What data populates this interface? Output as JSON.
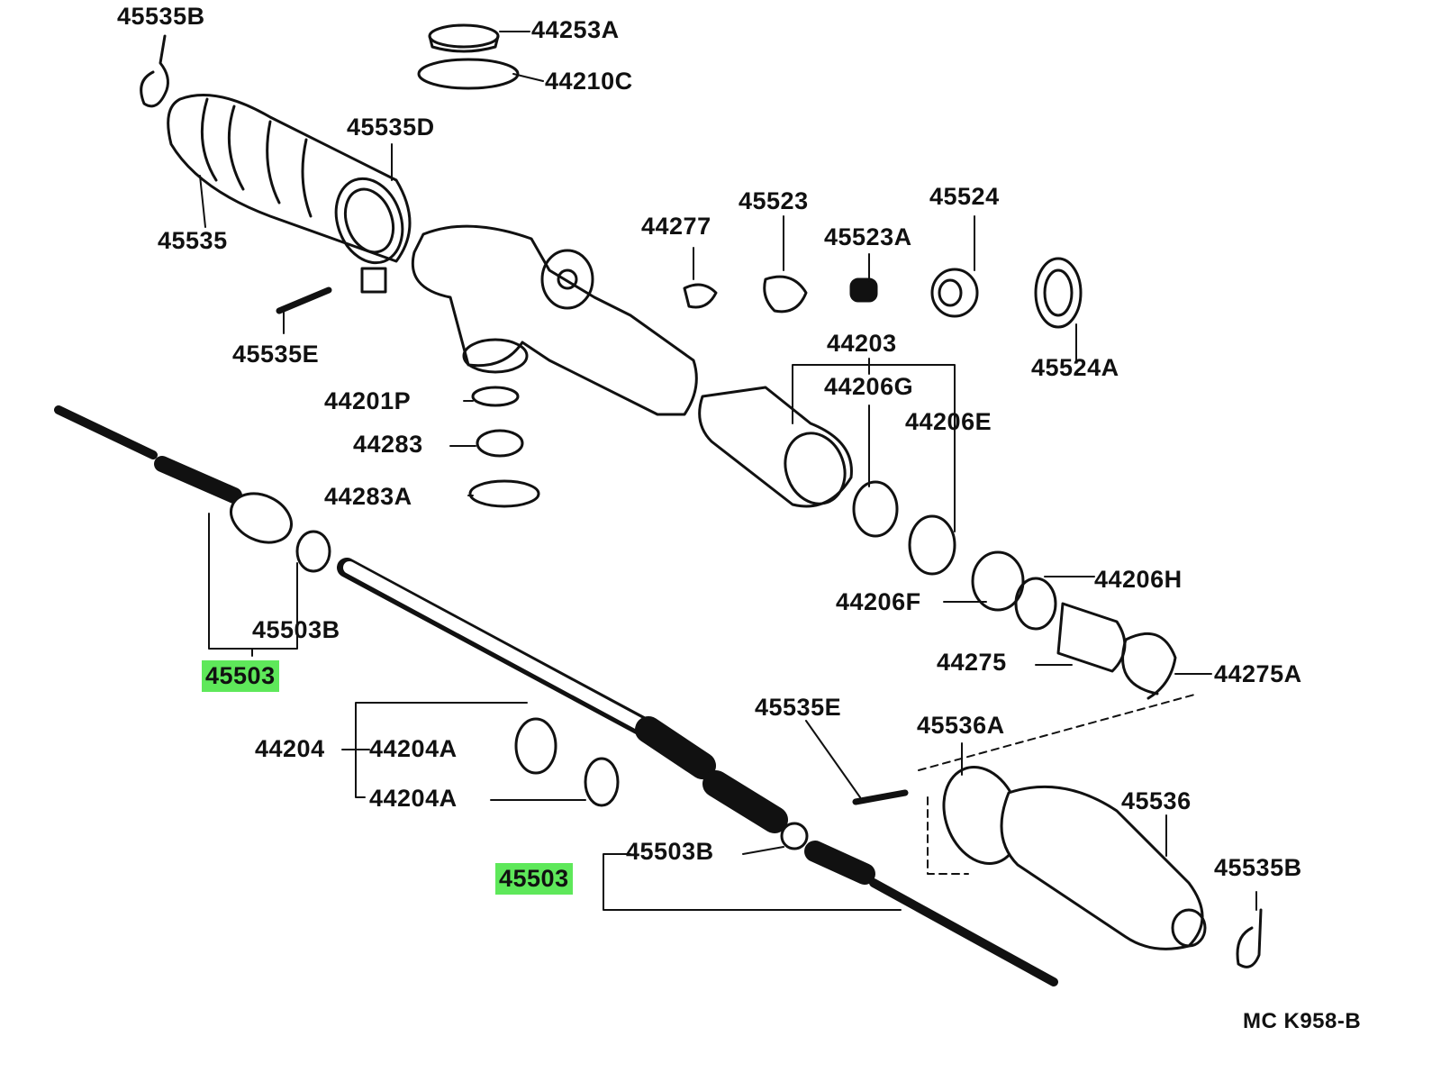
{
  "diagram": {
    "title_code": "MC K958-B",
    "highlight_color": "#5ee85a",
    "labels": {
      "boot_clamp_left": "45535B",
      "seal_cap": "44253A",
      "o_ring_top": "44210C",
      "boot_clip_left": "45535D",
      "boot_left": "45535",
      "part_44277": "44277",
      "rack_guide": "45523",
      "guide_spring": "45524",
      "guide_spring_cap": "45523A",
      "clip_screw_left": "45535E",
      "cylinder_assy": "44203",
      "lock_nut": "45524A",
      "plug": "44201P",
      "seal_44206G": "44206G",
      "seal_44206E": "44206E",
      "nut_44283": "44283",
      "nut_44283A": "44283A",
      "claw_washer_left": "45503B",
      "tie_rod_end_left": "45503",
      "seal_44206H": "44206H",
      "seal_44206F": "44206F",
      "bushing": "44275",
      "snap_ring": "44275A",
      "clip_screw_right": "45535E",
      "boot_clip_right": "45536A",
      "rack": "44204",
      "rack_ring_1": "44204A",
      "rack_ring_2": "44204A",
      "boot_right": "45536",
      "claw_washer_right": "45503B",
      "tie_rod_end_right": "45503",
      "boot_clamp_right": "45535B"
    }
  }
}
